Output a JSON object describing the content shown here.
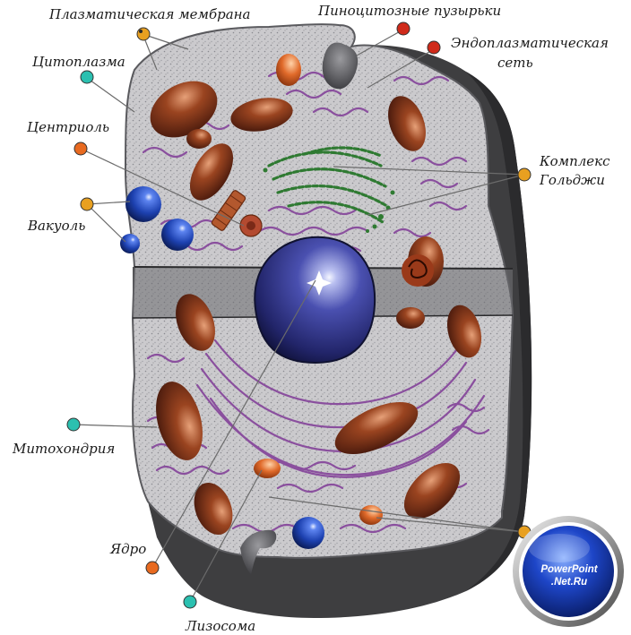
{
  "labels": {
    "plasma_membrane": "Плазматическая мембрана",
    "pinocytic_vesicles": "Пиноцитозные пузырьки",
    "er_line1": "Эндоплазматическая",
    "er_line2": "сеть",
    "cytoplasm": "Цитоплазма",
    "centriole": "Центриоль",
    "golgi_line1": "Комплекс",
    "golgi_line2": "Гольджи",
    "vacuole": "Вакуоль",
    "mitochondria": "Митохондрия",
    "nucleus": "Ядро",
    "lysosome": "Лизосома"
  },
  "watermark": {
    "line1": "PowerPoint",
    "line2": ".Net.Ru"
  },
  "colors": {
    "background": "#ffffff",
    "cytoplasm": "#c9c8cc",
    "cell_shadow": "#3e3e40",
    "nucleus": "#3a3d8f",
    "mitochondria": "#7a3318",
    "er": "#8a4f9e",
    "golgi": "#2f7a32",
    "vacuole": "#1f48b8",
    "lysosome": "#d2622a"
  }
}
